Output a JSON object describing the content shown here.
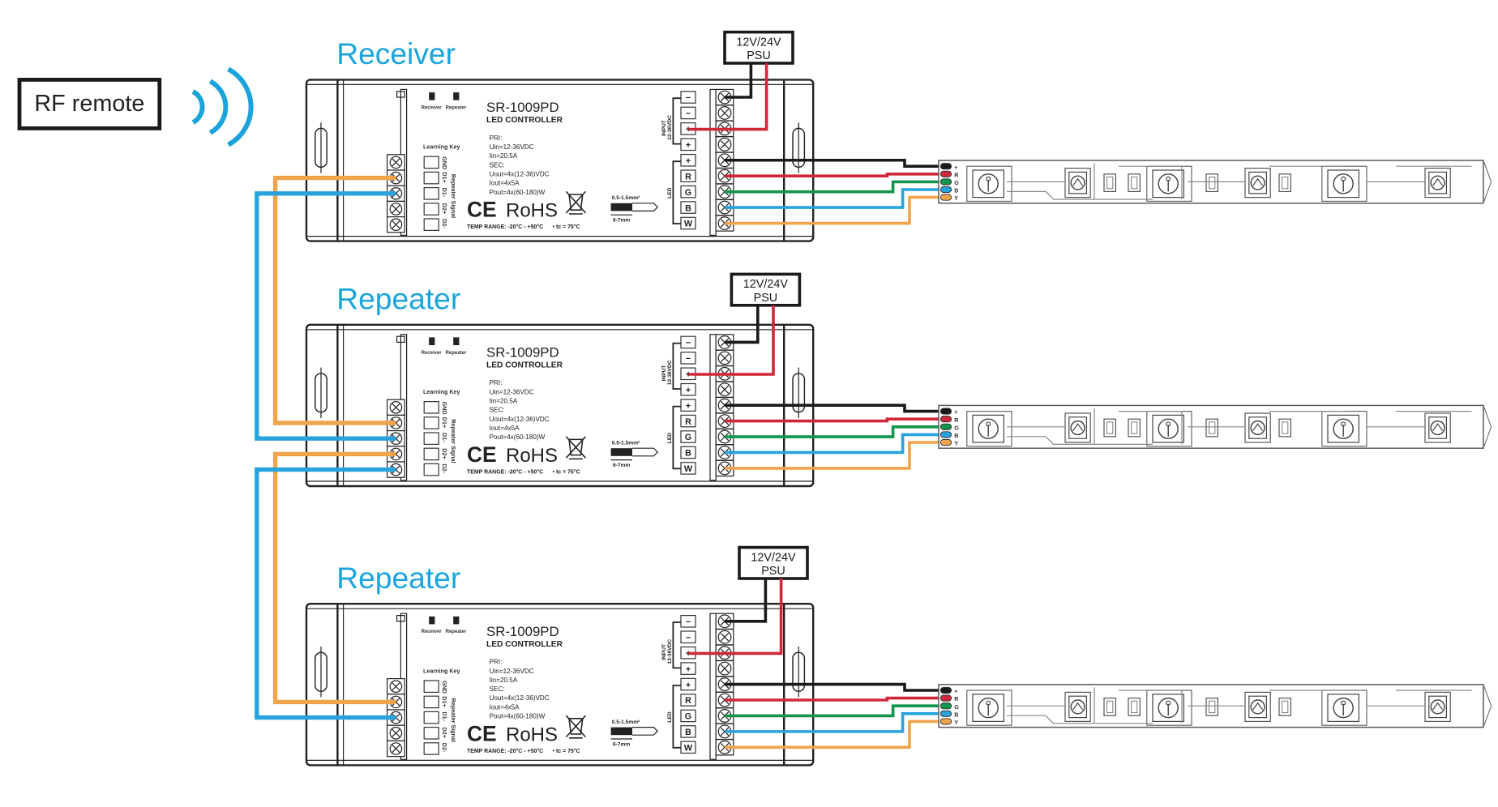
{
  "rf_remote": {
    "label": "RF remote",
    "icon": "radio-waves-icon"
  },
  "colors": {
    "accent_blue": "#1ba4dc",
    "wire_black": "#1a1a1a",
    "wire_red": "#d0283a",
    "wire_green": "#13954b",
    "wire_blue": "#27a3dd",
    "wire_orange": "#f0a44c",
    "outline": "#333333"
  },
  "psu": {
    "line1": "12V/24V",
    "line2": "PSU"
  },
  "controller": {
    "model": "SR-1009PD",
    "type": "LED CONTROLLER",
    "switch_labels": [
      "Receiver",
      "Repeater"
    ],
    "learning_key": "Learning Key",
    "signal_terminals": [
      "GND",
      "D1+",
      "D1-",
      "D2+",
      "D2-"
    ],
    "signal_group_label": "Repeater Signal",
    "specs": [
      "PRI:",
      "Uin=12-36VDC",
      "Iin=20.5A",
      "SEC:",
      "Uout=4x(12-36)VDC",
      "Iout=4x5A",
      "Pout=4x(60-180)W"
    ],
    "ce": "CE",
    "rohs": "RoHS",
    "temp_range": "TEMP RANGE: -20°C - +50°C",
    "tc": "• tc = 75°C",
    "wire_gauge": "0.5-1.5mm²",
    "strip_length": "6-7mm",
    "input_label": "INPUT",
    "input_voltage": "12-36VDC",
    "input_terminals": [
      "−",
      "−",
      "+",
      "+"
    ],
    "led_label": "LED",
    "led_terminals": [
      "+",
      "R",
      "G",
      "B",
      "W"
    ]
  },
  "units": [
    {
      "title": "Receiver",
      "role": "receiver"
    },
    {
      "title": "Repeater",
      "role": "repeater"
    },
    {
      "title": "Repeater",
      "role": "repeater"
    }
  ],
  "strip": {
    "pins": [
      "+",
      "R",
      "G",
      "B",
      "Y"
    ]
  }
}
